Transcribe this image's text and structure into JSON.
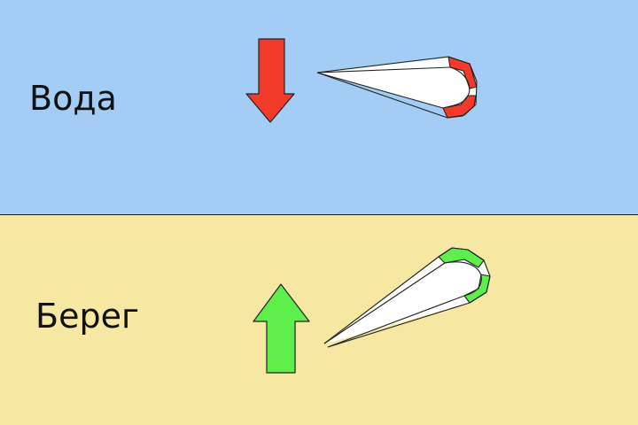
{
  "zones": {
    "water": {
      "label": "Вода",
      "color": "#a3cdf5",
      "arrow_direction": "down",
      "accent_color": "#f23a2a"
    },
    "shore": {
      "label": "Берег",
      "color": "#f6e7a2",
      "arrow_direction": "up",
      "accent_color": "#5fef4a"
    }
  },
  "icons": {
    "water_arrow": "arrow-down-icon",
    "water_kite": "kite-icon",
    "shore_arrow": "arrow-up-icon",
    "shore_kite": "kite-icon"
  }
}
